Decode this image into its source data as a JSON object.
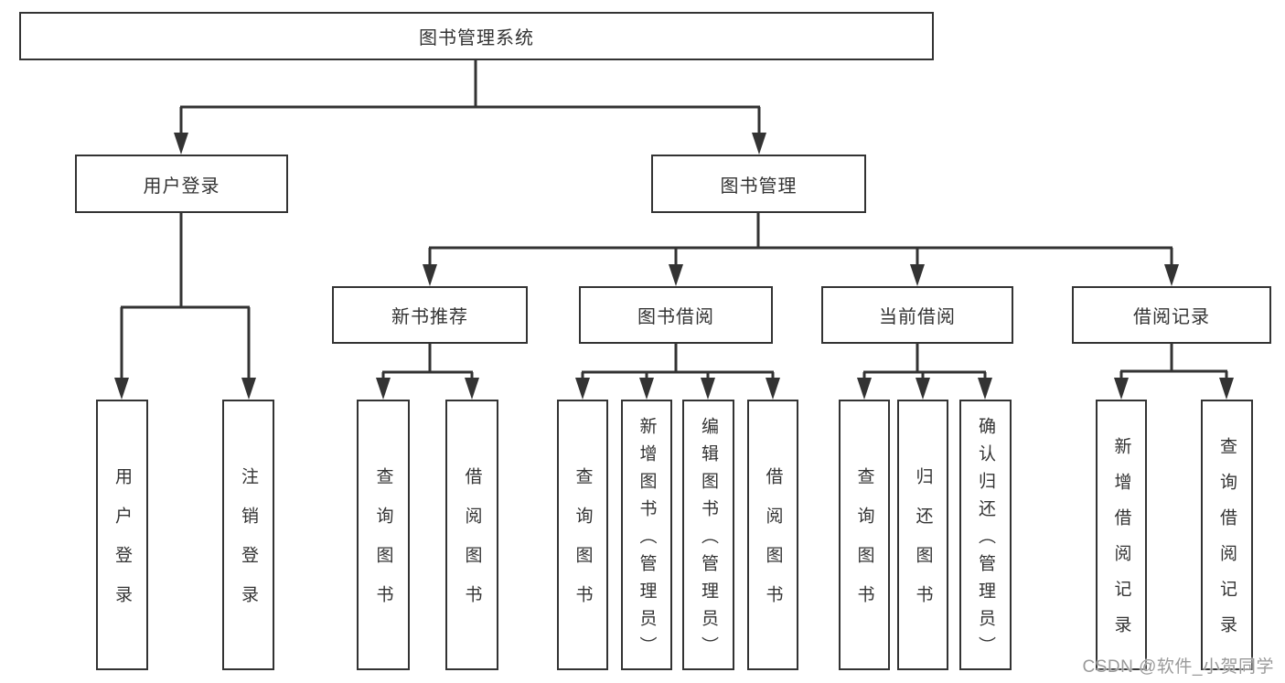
{
  "title": "图书管理系统",
  "level2": {
    "user_login": "用户登录",
    "book_mgmt": "图书管理"
  },
  "level3": {
    "new_book_rec": "新书推荐",
    "book_borrow": "图书借阅",
    "current_borrow": "当前借阅",
    "borrow_record": "借阅记录"
  },
  "leaves": {
    "login": "用户登录",
    "logout": "注销登录",
    "rec_query_book": "查询图书",
    "rec_borrow_book": "借阅图书",
    "bb_query_book": "查询图书",
    "bb_add_book": "新增图书（管理员）",
    "bb_edit_book": "编辑图书（管理员）",
    "bb_borrow_book": "借阅图书",
    "cb_query_book": "查询图书",
    "cb_return_book": "归还图书",
    "cb_confirm_return": "确认归还（管理员）",
    "br_add_record": "新增借阅记录",
    "br_query_record": "查询借阅记录"
  },
  "watermark": "CSDN @软件_小贺同学",
  "colors": {
    "line": "#333333",
    "text": "#333333",
    "background": "#ffffff",
    "watermark": "#9a9a9a"
  }
}
